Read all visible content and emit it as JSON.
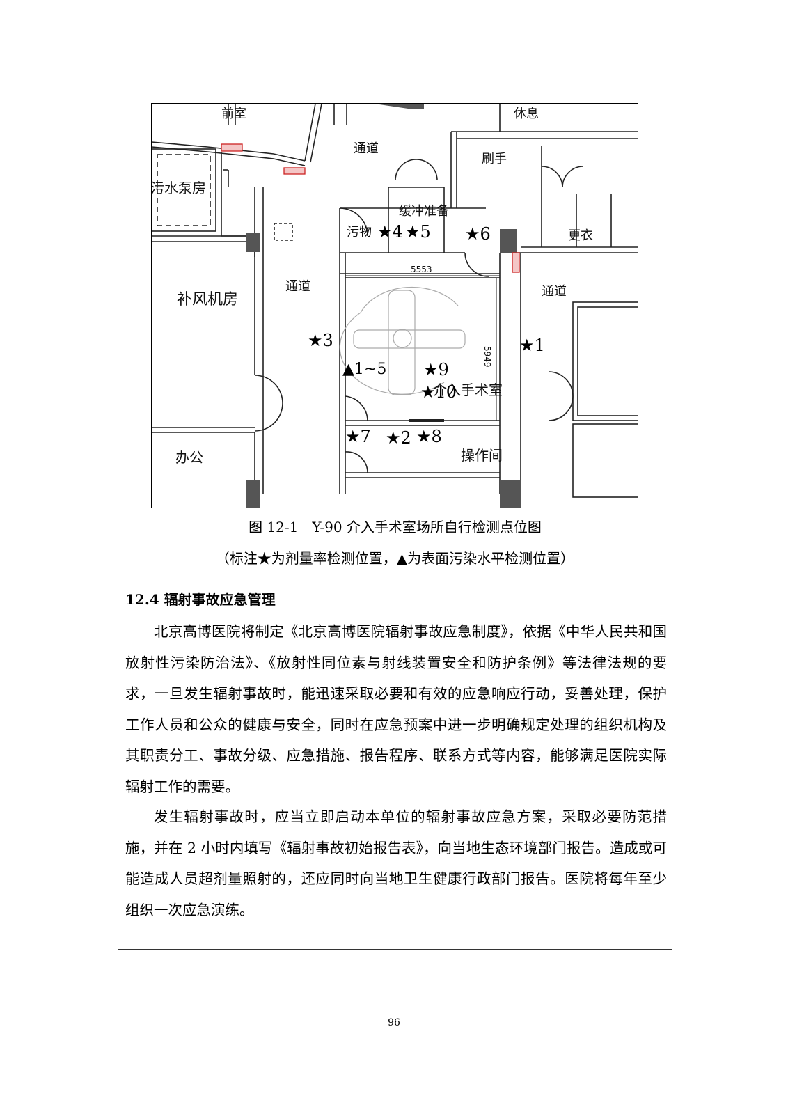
{
  "figure": {
    "plan_labels": {
      "top_room_left": "前室",
      "top_room_right": "休息",
      "sewage_pump_room": "污水泵房",
      "corridor_top": "通道",
      "washroom": "刷手",
      "dirty_room": "污物",
      "hygiene_prep": "缓冲准备",
      "changing_room": "更衣",
      "air_supply_room": "补风机房",
      "corridor_left": "通道",
      "corridor_right": "通道",
      "office": "办公",
      "operating_room": "介入手术室",
      "control_room": "操作间",
      "dim_width": "5553",
      "dim_height": "5949"
    },
    "points": [
      {
        "id": "p1",
        "symbol": "★",
        "label": "1"
      },
      {
        "id": "p2",
        "symbol": "★",
        "label": "2"
      },
      {
        "id": "p3",
        "symbol": "★",
        "label": "3"
      },
      {
        "id": "p4",
        "symbol": "★",
        "label": "4"
      },
      {
        "id": "p5",
        "symbol": "★",
        "label": "5"
      },
      {
        "id": "p6",
        "symbol": "★",
        "label": "6"
      },
      {
        "id": "p7",
        "symbol": "★",
        "label": "7"
      },
      {
        "id": "p8",
        "symbol": "★",
        "label": "8"
      },
      {
        "id": "p9",
        "symbol": "★",
        "label": "9"
      },
      {
        "id": "p10",
        "symbol": "★",
        "label": "10"
      },
      {
        "id": "t1",
        "symbol": "▲",
        "label": "1~5"
      }
    ],
    "caption": "图 12-1　Y-90 介入手术室场所自行检测点位图",
    "note": "（标注★为剂量率检测位置，▲为表面污染水平检测位置）"
  },
  "section": {
    "heading": "12.4 辐射事故应急管理",
    "paragraphs": [
      "北京高博医院将制定《北京高博医院辐射事故应急制度》，依据《中华人民共和国放射性污染防治法》、《放射性同位素与射线装置安全和防护条例》等法律法规的要求，一旦发生辐射事故时，能迅速采取必要和有效的应急响应行动，妥善处理，保护工作人员和公众的健康与安全，同时在应急预案中进一步明确规定处理的组织机构及其职责分工、事故分级、应急措施、报告程序、联系方式等内容，能够满足医院实际辐射工作的需要。",
      "发生辐射事故时，应当立即启动本单位的辐射事故应急方案，采取必要防范措施，并在 2 小时内填写《辐射事故初始报告表》，向当地生态环境部门报告。造成或可能造成人员超剂量照射的，还应同时向当地卫生健康行政部门报告。医院将每年至少组织一次应急演练。"
    ]
  },
  "footer": {
    "page_number": "96"
  }
}
